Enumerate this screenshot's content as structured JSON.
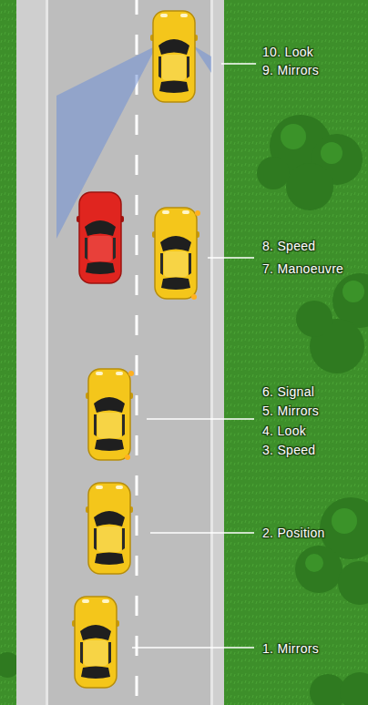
{
  "diagram": {
    "labels": [
      "10. Look",
      "9. Mirrors",
      "8. Speed",
      "7. Manoeuvre",
      "6. Signal",
      "5. Mirrors",
      "4. Look",
      "3. Speed",
      "2. Position",
      "1. Mirrors"
    ]
  }
}
